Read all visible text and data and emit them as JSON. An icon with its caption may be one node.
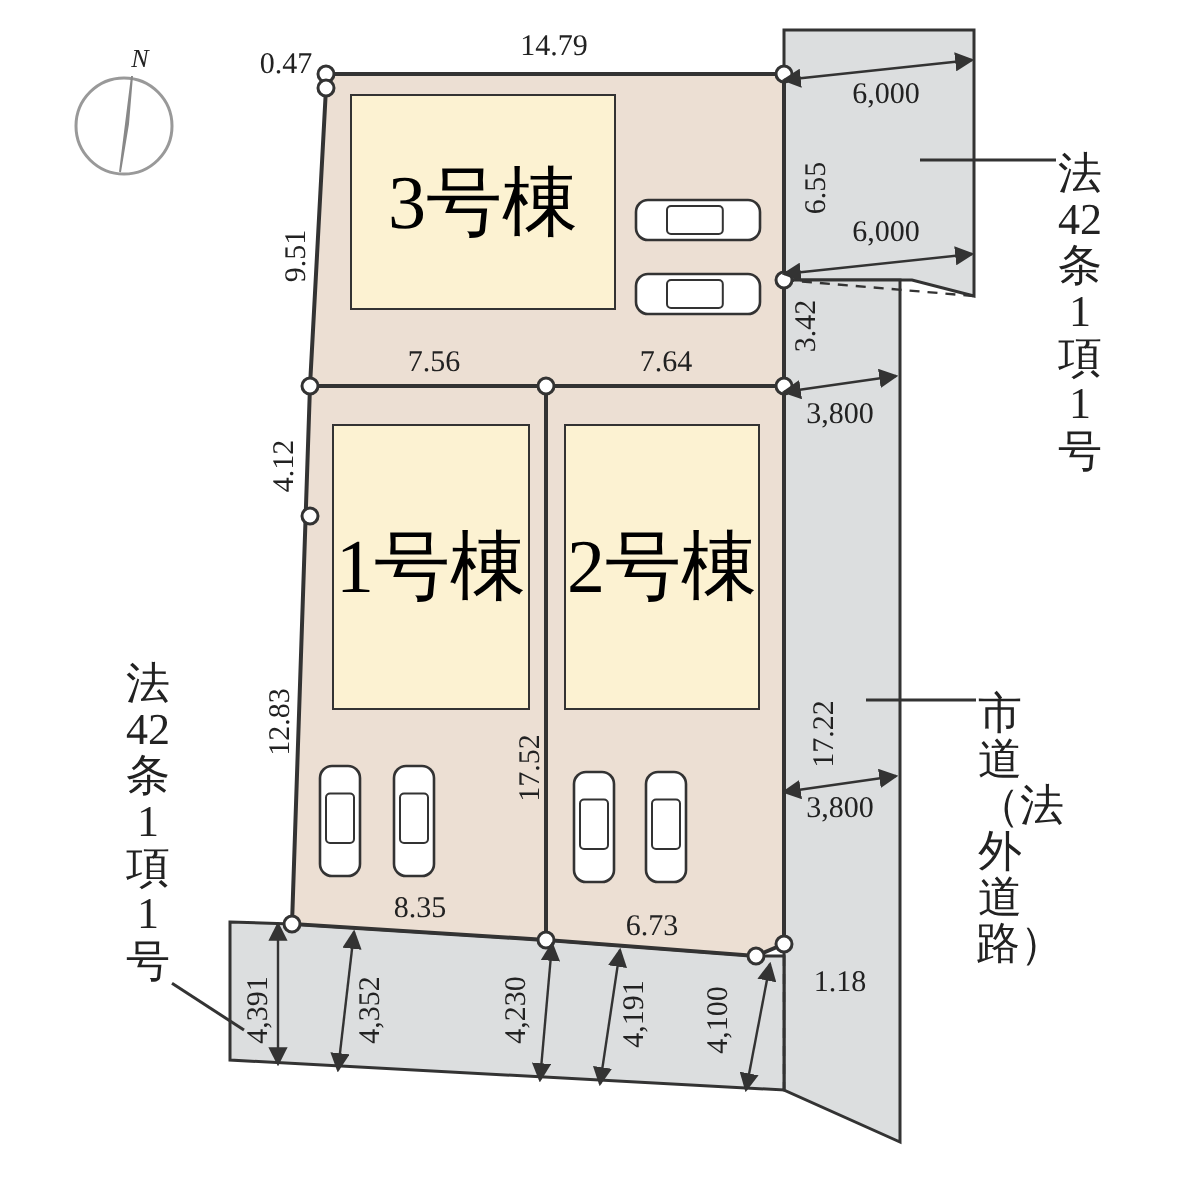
{
  "diagram": {
    "nodes": [
      {
        "text": [
          "3号棟"
        ]
      },
      {
        "text": [
          "1号棟"
        ]
      },
      {
        "text": [
          "2号棟"
        ]
      },
      {
        "text": [
          "法42条1項1号"
        ]
      },
      {
        "text": [],
        "shape": "box"
      },
      {
        "text": [
          "市道（法外道路）"
        ]
      },
      {
        "text": [],
        "shape": "box"
      },
      {
        "text": [
          "法42条1項1号"
        ]
      },
      {
        "text": [],
        "shape": "box"
      }
    ],
    "edges": [
      {
        "from": 3,
        "to": 4,
        "arrow": "none"
      },
      {
        "from": 5,
        "to": 6,
        "arrow": "none"
      },
      {
        "from": 7,
        "to": 8,
        "arrow": "none"
      }
    ],
    "labels": [
      "N",
      "0.47",
      "14.79",
      "6,000",
      "6.55",
      "9.51",
      "6,000",
      "3.42",
      "7.56",
      "7.64",
      "3,800",
      "4.12",
      "12.83",
      "17.52",
      "17.22",
      "3,800",
      "8.35",
      "6.73",
      "1.18",
      "4,391",
      "4,352",
      "4,230",
      "4,191",
      "4,100"
    ]
  }
}
